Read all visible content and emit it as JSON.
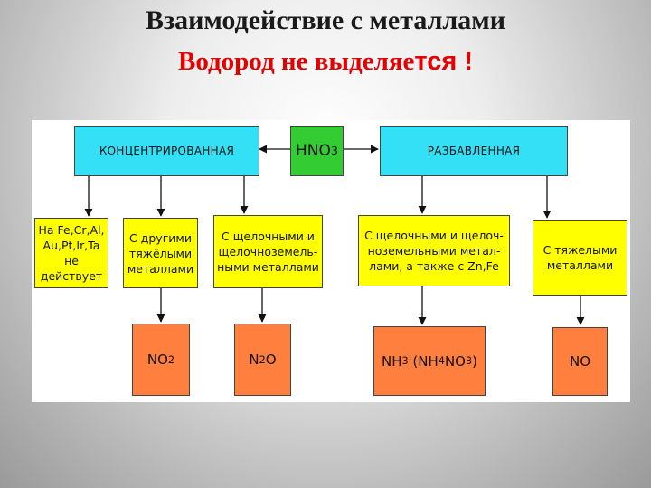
{
  "title": {
    "line1": "Взаимодействие с металлами",
    "line2_main": "Водород не выделяе",
    "line2_tail": "тся !"
  },
  "diagram": {
    "left_branch": "КОНЦЕНТРИРОВАННАЯ",
    "acid": {
      "formula": "HNO",
      "sub": "3"
    },
    "right_branch": "РАЗБАВЛЕННАЯ",
    "cases": [
      "На Fe,Cr,Al, Au,Pt,Ir,Ta не действует",
      "С другими тяжёлыми металлами",
      "С щелочными и щелочноземель- ными металлами",
      "С щелочными и щелоч- ноземельными метал- лами, а также с Zn,Fe",
      "С тяжелыми металлами"
    ],
    "products": {
      "p1": {
        "a": "NO",
        "a_sub": "2"
      },
      "p2": {
        "a": "N",
        "a_sub": "2",
        "b": "O"
      },
      "p3": {
        "a": "NH",
        "a_sub": "3",
        "b": "(NH",
        "b_sub": "4",
        "c": "NO",
        "c_sub": "3",
        "d": ")"
      },
      "p4": {
        "a": "NO"
      }
    }
  }
}
